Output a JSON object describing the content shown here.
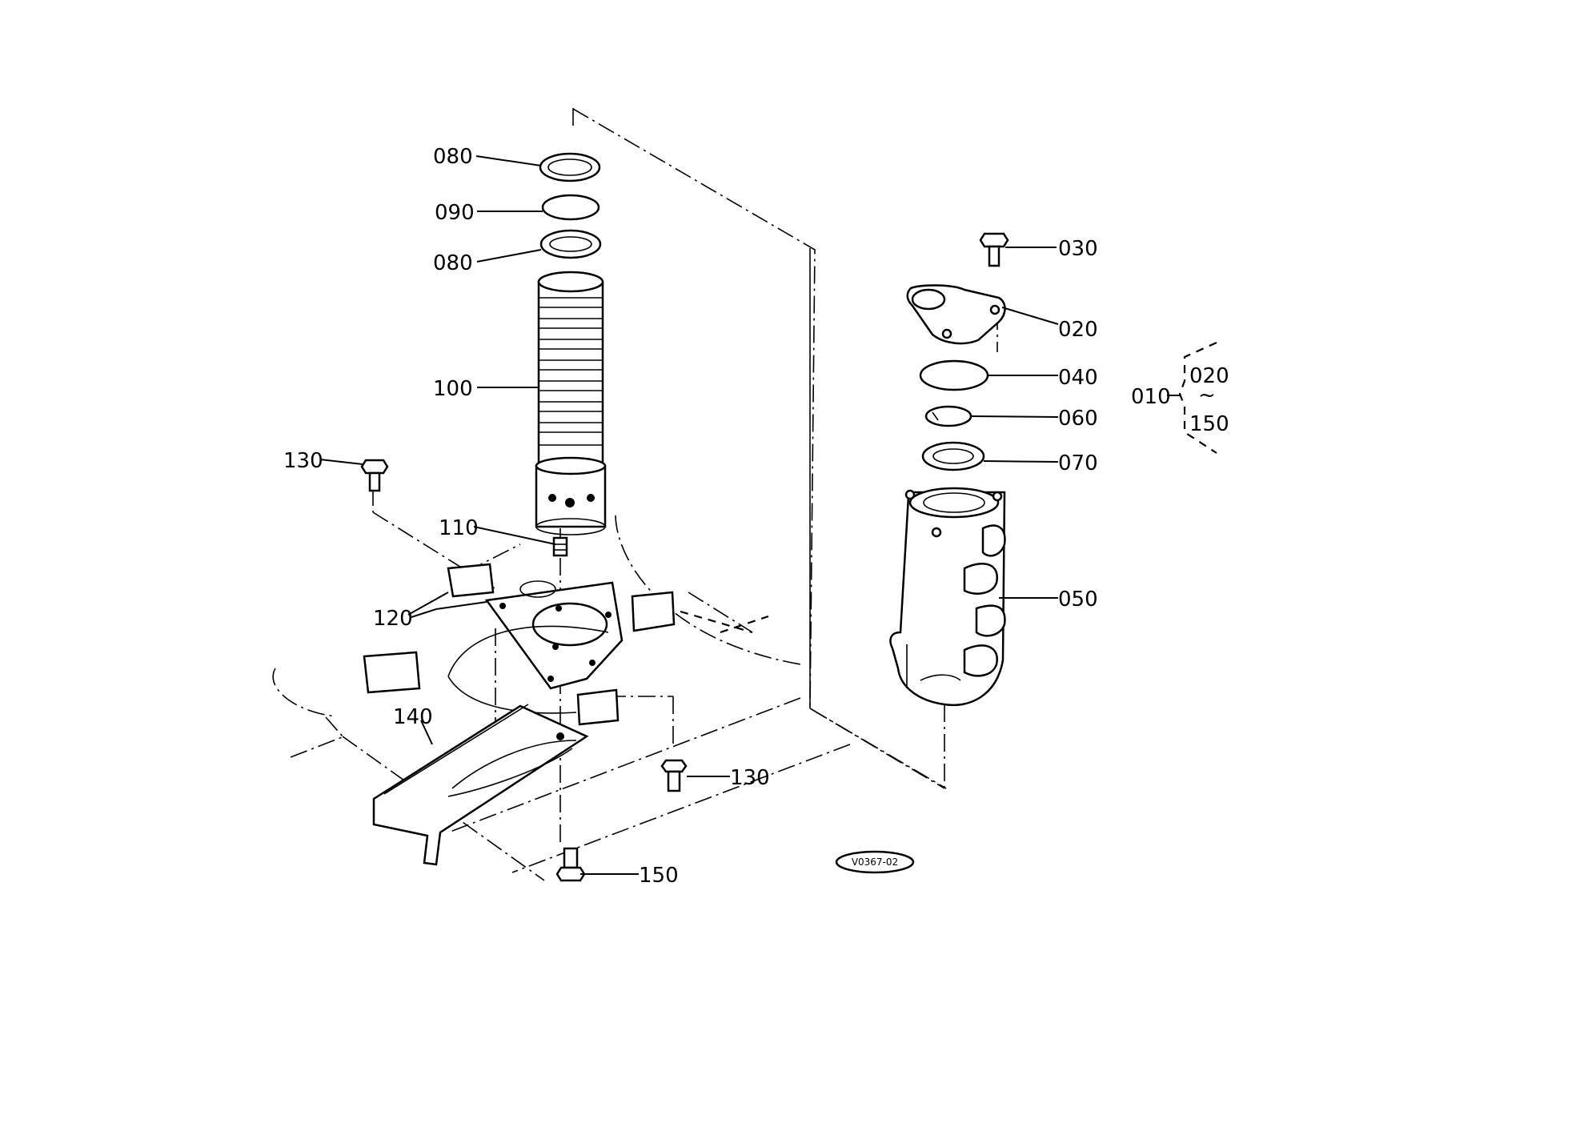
{
  "diagram": {
    "drawing_code": "V0367-02",
    "callouts": {
      "seal_top": "080",
      "seal_mid": "090",
      "seal_bottom": "080",
      "rotor_shaft": "100",
      "bolt_left": "130",
      "plug": "110",
      "plate_bolts": "120",
      "bracket": "140",
      "bolt_right": "130",
      "bolt_bottom": "150",
      "cap_bolt": "030",
      "cover": "020",
      "o_ring": "040",
      "snap_ring": "060",
      "washer": "070",
      "body": "050"
    },
    "assembly_range": {
      "assembly": "010",
      "from": "020",
      "tilde": "~",
      "to": "150"
    }
  }
}
